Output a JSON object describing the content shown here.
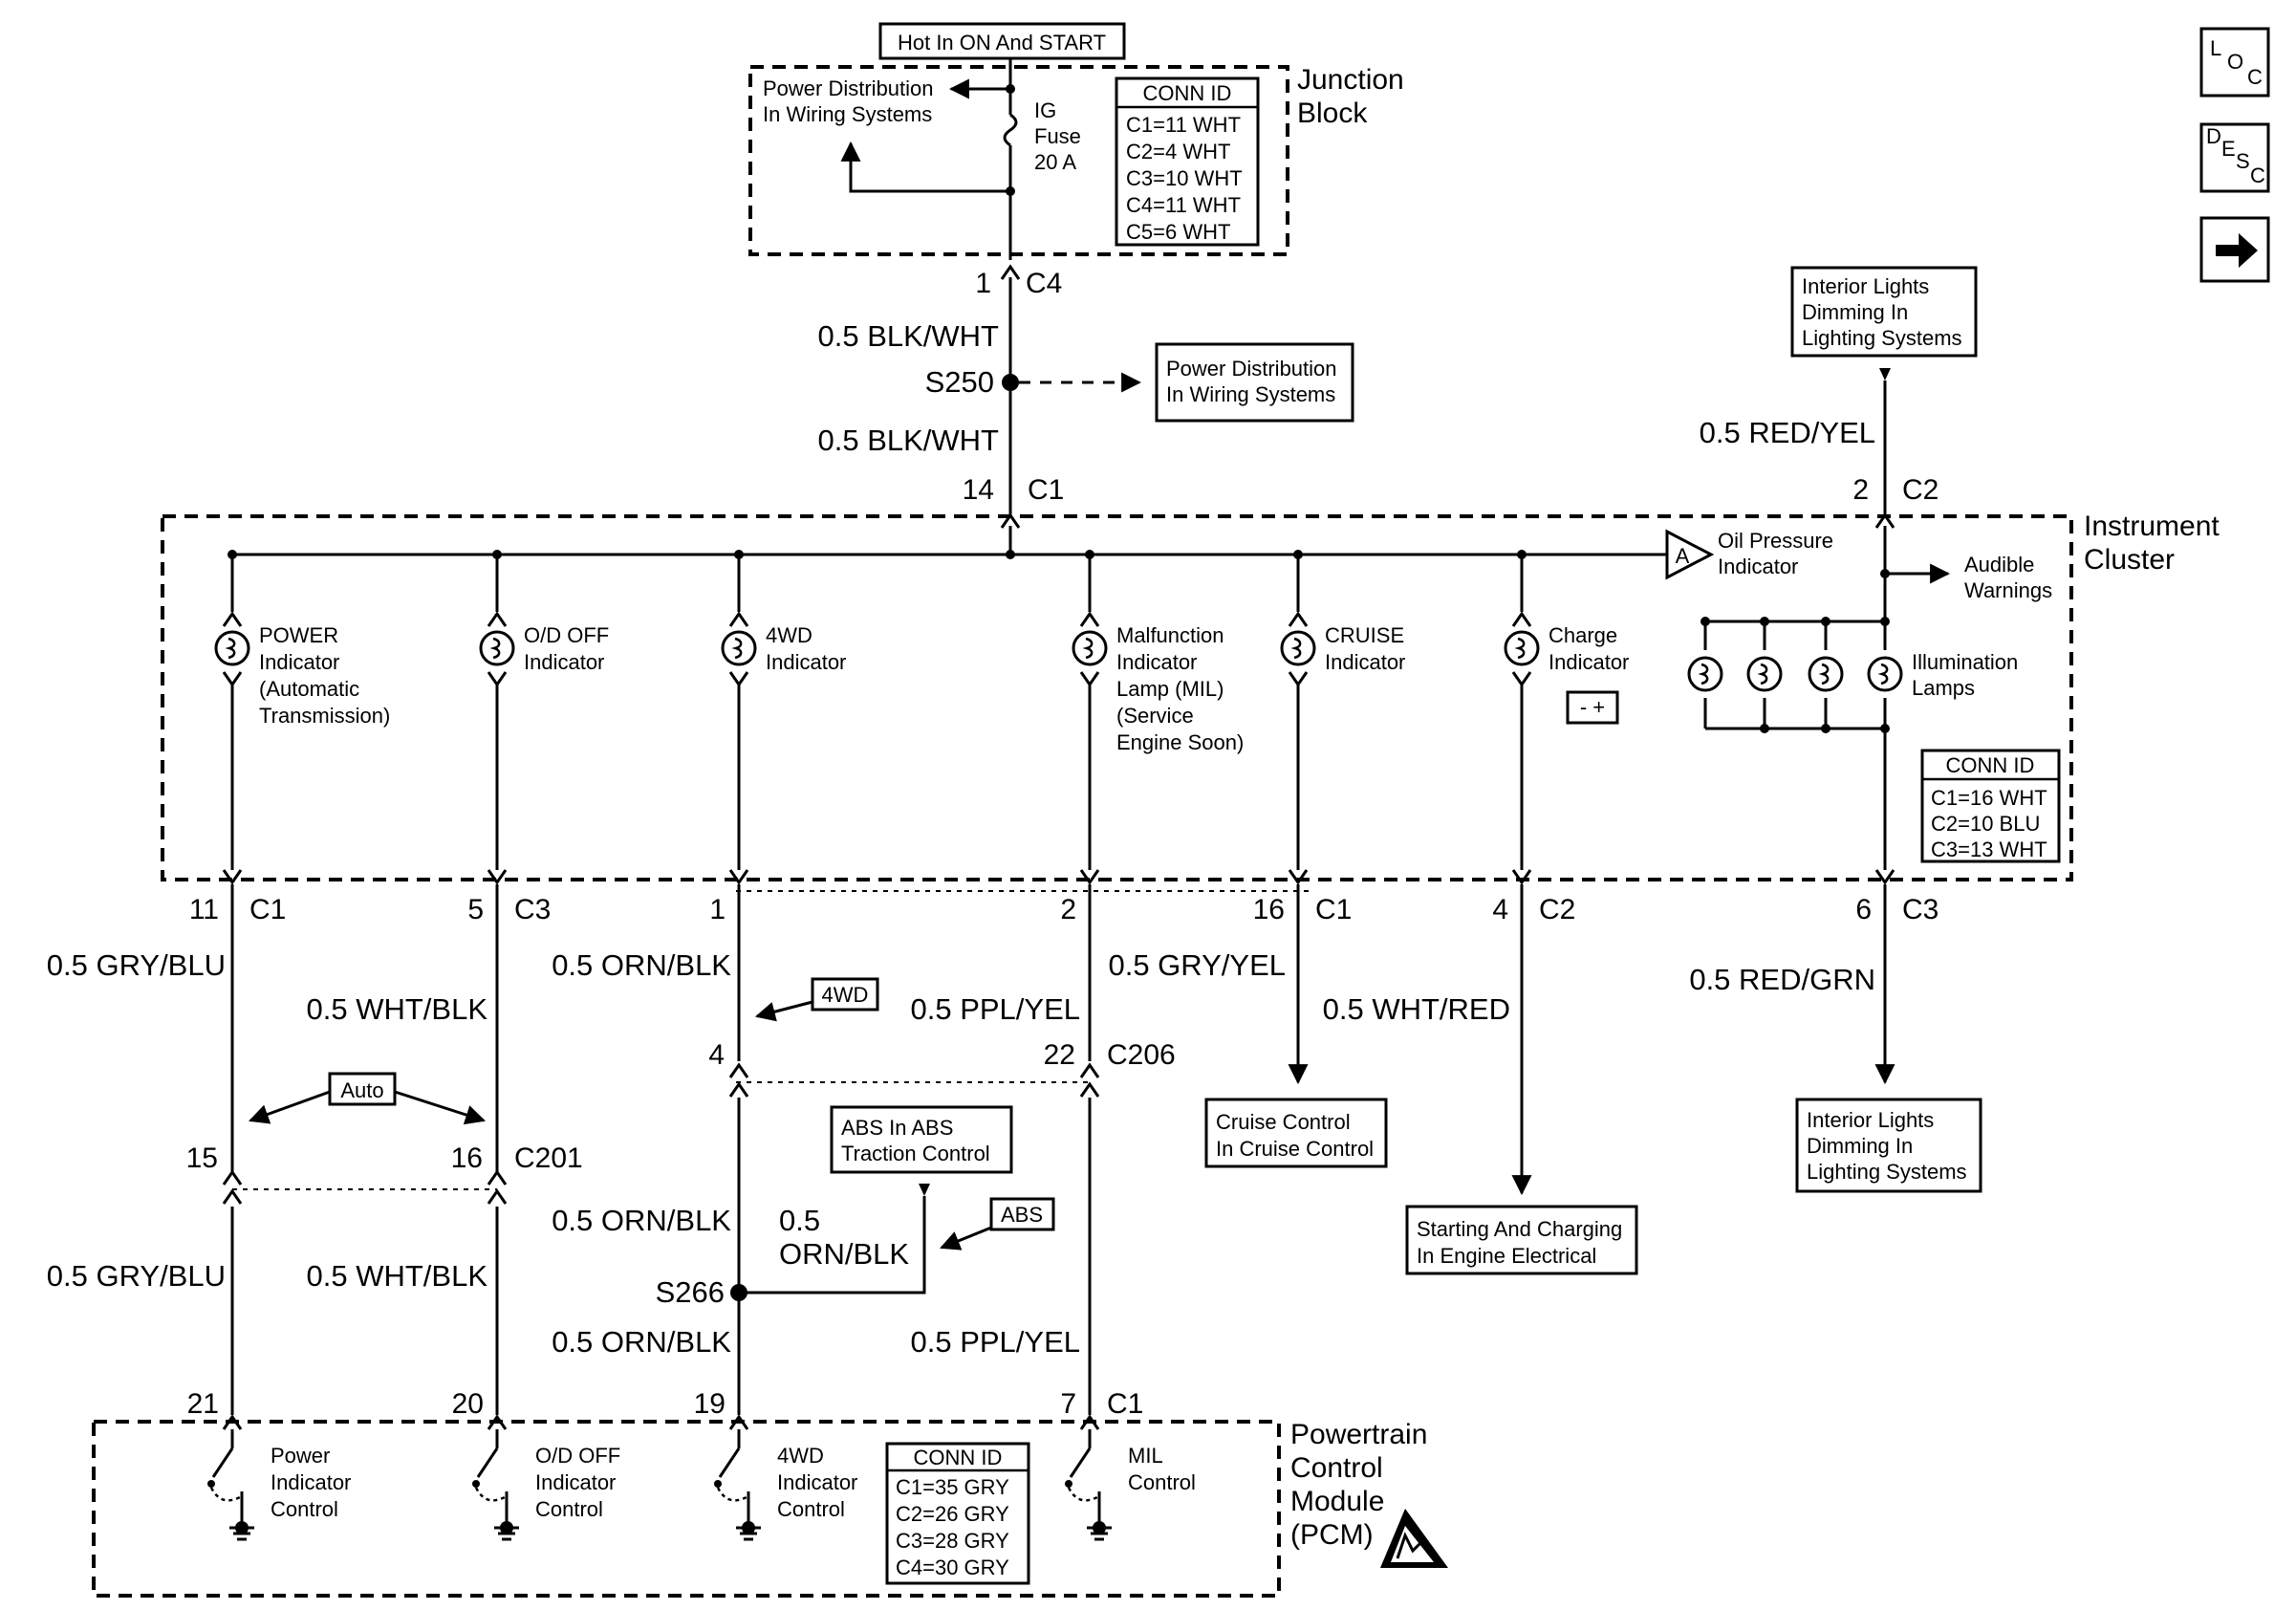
{
  "header": {
    "hot_in": "Hot In ON And START"
  },
  "junction_block": {
    "title_line1": "Junction",
    "title_line2": "Block",
    "pd_line1": "Power Distribution",
    "pd_line2": "In Wiring Systems",
    "fuse_line1": "IG",
    "fuse_line2": "Fuse",
    "fuse_line3": "20 A",
    "conn_id_title": "CONN ID",
    "conn_ids": [
      "C1=11 WHT",
      "C2=4 WHT",
      "C3=10 WHT",
      "C4=11 WHT",
      "C5=6 WHT"
    ],
    "pin": "1",
    "conn": "C4"
  },
  "feed": {
    "wire1": "0.5 BLK/WHT",
    "splice": "S250",
    "wire2": "0.5 BLK/WHT",
    "pd_line1": "Power Distribution",
    "pd_line2": "In Wiring Systems",
    "cluster_pin": "14",
    "cluster_conn": "C1"
  },
  "dimming_in": {
    "line1": "Interior Lights",
    "line2": "Dimming In",
    "line3": "Lighting Systems",
    "wire": "0.5 RED/YEL",
    "pin": "2",
    "conn": "C2"
  },
  "instrument_cluster": {
    "title_line1": "Instrument",
    "title_line2": "Cluster",
    "oil_symbol": "A",
    "oil_line1": "Oil Pressure",
    "oil_line2": "Indicator",
    "audible_line1": "Audible",
    "audible_line2": "Warnings",
    "illum_line1": "Illumination",
    "illum_line2": "Lamps",
    "battery_symbol": "- +",
    "conn_id_title": "CONN ID",
    "conn_ids": [
      "C1=16 WHT",
      "C2=10 BLU",
      "C3=13 WHT"
    ],
    "indicators": [
      {
        "lines": [
          "POWER",
          "Indicator",
          "(Automatic",
          "Transmission)"
        ]
      },
      {
        "lines": [
          "O/D OFF",
          "Indicator"
        ]
      },
      {
        "lines": [
          "4WD",
          "Indicator"
        ]
      },
      {
        "lines": [
          "Malfunction",
          "Indicator",
          "Lamp (MIL)",
          "(Service",
          "Engine Soon)"
        ]
      },
      {
        "lines": [
          "CRUISE",
          "Indicator"
        ]
      },
      {
        "lines": [
          "Charge",
          "Indicator"
        ]
      }
    ]
  },
  "outputs": {
    "pins": [
      {
        "pin": "11",
        "conn": "C1"
      },
      {
        "pin": "5",
        "conn": "C3"
      },
      {
        "pin": "1",
        "conn": ""
      },
      {
        "pin": "2",
        "conn": ""
      },
      {
        "pin": "16",
        "conn": "C1"
      },
      {
        "pin": "4",
        "conn": "C2"
      },
      {
        "pin": "6",
        "conn": "C3"
      }
    ],
    "wires_upper": [
      "0.5 GRY/BLU",
      "0.5 WHT/BLK",
      "0.5 ORN/BLK",
      "0.5 PPL/YEL",
      "0.5 GRY/YEL",
      "0.5 WHT/RED",
      "0.5 RED/GRN"
    ],
    "tag_4wd": "4WD",
    "tag_auto": "Auto",
    "c206": {
      "pin_left": "4",
      "pin_right": "22",
      "conn": "C206"
    },
    "c201": {
      "pin_left": "15",
      "pin_right": "16",
      "conn": "C201"
    },
    "cruise_line1": "Cruise Control",
    "cruise_line2": "In Cruise Control",
    "charging_line1": "Starting And Charging",
    "charging_line2": "In Engine Electrical",
    "dimming_out_line1": "Interior Lights",
    "dimming_out_line2": "Dimming In",
    "dimming_out_line3": "Lighting Systems",
    "abs_line1": "ABS In ABS",
    "abs_line2": "Traction Control",
    "abs_wire_line1": "0.5",
    "abs_wire_line2": "ORN/BLK",
    "tag_abs": "ABS",
    "splice": "S266",
    "wires_lower": [
      "0.5 GRY/BLU",
      "0.5 WHT/BLK",
      "0.5 ORN/BLK",
      "0.5 ORN/BLK",
      "0.5 PPL/YEL"
    ]
  },
  "pcm": {
    "title_line1": "Powertrain",
    "title_line2": "Control",
    "title_line3": "Module",
    "title_line4": "(PCM)",
    "pins": [
      {
        "pin": "21",
        "conn": ""
      },
      {
        "pin": "20",
        "conn": ""
      },
      {
        "pin": "19",
        "conn": ""
      },
      {
        "pin": "7",
        "conn": "C1"
      }
    ],
    "controls": [
      {
        "lines": [
          "Power",
          "Indicator",
          "Control"
        ]
      },
      {
        "lines": [
          "O/D OFF",
          "Indicator",
          "Control"
        ]
      },
      {
        "lines": [
          "4WD",
          "Indicator",
          "Control"
        ]
      },
      {
        "lines": [
          "MIL",
          "Control"
        ]
      }
    ],
    "conn_id_title": "CONN ID",
    "conn_ids": [
      "C1=35 GRY",
      "C2=26 GRY",
      "C3=28 GRY",
      "C4=30 GRY"
    ]
  },
  "nav": {
    "loc": "LOC",
    "desc": "DESC",
    "next_icon": "right-arrow-icon"
  }
}
